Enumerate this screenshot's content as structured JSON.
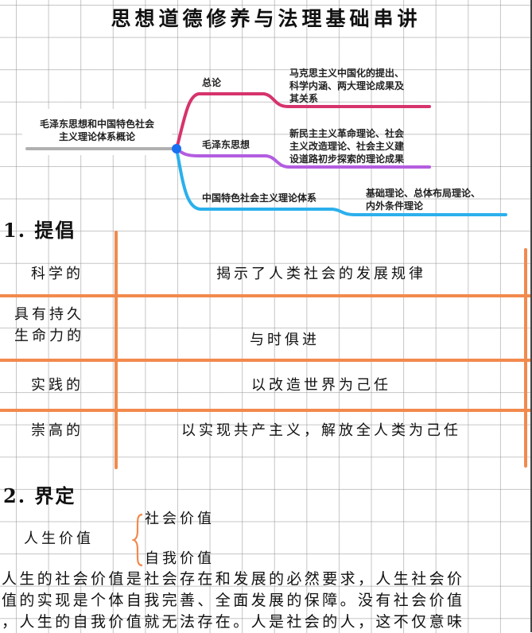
{
  "title": "思想道德修养与法理基础串讲",
  "mindmap": {
    "root": "毛泽东思想和中国特色社会主义理论体系概论",
    "root_lines": [
      "毛泽东思想和中国特色社会",
      "主义理论体系概论"
    ],
    "branches": [
      {
        "label": "总论",
        "color": "#d6336c",
        "detail_lines": [
          "马克思主义中国化的提出、",
          "科学内涵、两大理论成果及",
          "其关系"
        ]
      },
      {
        "label": "毛泽东思想",
        "color": "#b35de0",
        "detail_lines": [
          "新民主主义革命理论、社会",
          "主义改造理论、社会主义建",
          "设道路初步探索的理论成果"
        ]
      },
      {
        "label": "中国特色社会主义理论体系",
        "color": "#2bb0ec",
        "detail_lines": [
          "基础理论、总体布局理论、",
          "内外条件理论"
        ]
      }
    ],
    "node_color": "#1a6ff0",
    "root_line_color": "#b0b0b0"
  },
  "section1": {
    "heading": "1. 提倡",
    "rows": [
      {
        "left_lines": [
          "科学的"
        ],
        "right": "揭示了人类社会的发展规律"
      },
      {
        "left_lines": [
          "具有持久",
          "生命力的"
        ],
        "right": "与时俱进"
      },
      {
        "left_lines": [
          "实践的"
        ],
        "right": "以改造世界为己任"
      },
      {
        "left_lines": [
          "崇高的"
        ],
        "right": "以实现共产主义，解放全人类为己任"
      }
    ],
    "line_color": "#f28a4d"
  },
  "section2": {
    "heading": "2. 界定",
    "term": "人生价值",
    "branches": [
      "社会价值",
      "自我价值"
    ],
    "paragraph_lines": [
      "人生的社会价值是社会存在和发展的必然要求，人生社会价",
      "值的实现是个体自我完善、全面发展的保障。没有社会价值",
      "，人生的自我价值就无法存在。人是社会的人，这不仅意味"
    ]
  }
}
